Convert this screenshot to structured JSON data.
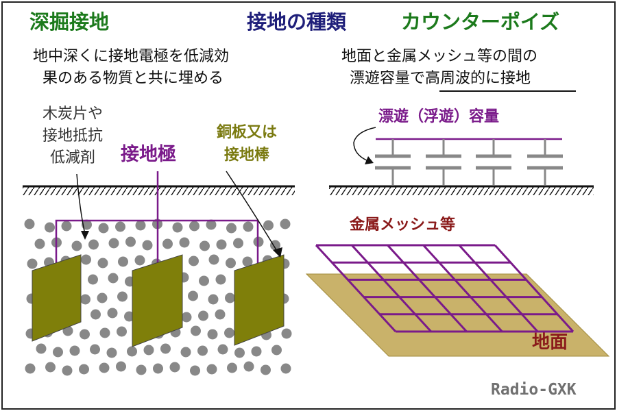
{
  "colors": {
    "green": "#1c7a1c",
    "navy": "#1f1f7a",
    "purple": "#7a1a8a",
    "olive": "#7a7a10",
    "plate": "#7f7f0a",
    "soil_dot": "#888888",
    "ground_surface": "#c9b26a",
    "maroon": "#8a1a1a"
  },
  "title_left": "深掘接地",
  "title_center": "接地の種類",
  "title_right": "カウンターポイズ",
  "left": {
    "desc_line1": "地中深くに接地電極を低減効",
    "desc_line2": "果のある物質と共に埋める",
    "charcoal_line1": "木炭片や",
    "charcoal_line2": "接地抵抗",
    "charcoal_line3": "低減剤",
    "electrode": "接地極",
    "copper_line1": "銅板又は",
    "copper_line2": "接地棒"
  },
  "right": {
    "desc_line1": "地面と金属メッシュ等の間の",
    "desc_line2": "漂遊容量で高周波的に接地",
    "stray_capacitance": "漂遊（浮遊）容量",
    "mesh_label": "金属メッシュ等",
    "ground_label": "地面"
  },
  "watermark": "Radio-GXK"
}
